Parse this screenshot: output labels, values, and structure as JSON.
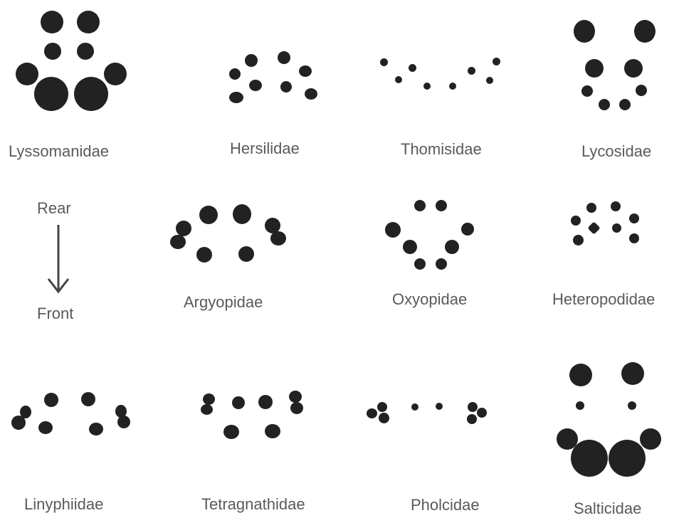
{
  "orientation": {
    "rear_label": "Rear",
    "front_label": "Front",
    "arrow_icon": "arrow-down-icon"
  },
  "eye_color": "#222222",
  "families": [
    {
      "id": "lyssomanidae",
      "name": "Lyssomanidae"
    },
    {
      "id": "hersilidae",
      "name": "Hersilidae"
    },
    {
      "id": "thomisidae",
      "name": "Thomisidae"
    },
    {
      "id": "lycosidae",
      "name": "Lycosidae"
    },
    {
      "id": "argyopidae",
      "name": "Argyopidae"
    },
    {
      "id": "oxyopidae",
      "name": "Oxyopidae"
    },
    {
      "id": "heteropodidae",
      "name": "Heteropodidae"
    },
    {
      "id": "linyphiidae",
      "name": "Linyphiidae"
    },
    {
      "id": "tetragnathidae",
      "name": "Tetragnathidae"
    },
    {
      "id": "pholcidae",
      "name": "Pholcidae"
    },
    {
      "id": "salticidae",
      "name": "Salticidae"
    }
  ]
}
